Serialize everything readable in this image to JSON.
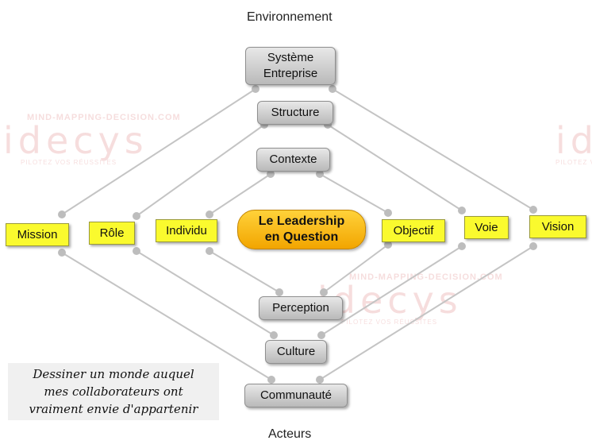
{
  "labels": {
    "top": "Environnement",
    "bottom": "Acteurs"
  },
  "center": {
    "line1": "Le Leadership",
    "line2": "en Question"
  },
  "gray_nodes": {
    "systeme_line1": "Système",
    "systeme_line2": "Entreprise",
    "structure": "Structure",
    "contexte": "Contexte",
    "perception": "Perception",
    "culture": "Culture",
    "communaute": "Communauté"
  },
  "yellow_nodes": {
    "mission": "Mission",
    "role": "Rôle",
    "individu": "Individu",
    "objectif": "Objectif",
    "voie": "Voie",
    "vision": "Vision"
  },
  "note": {
    "line1": "Dessiner un monde auquel",
    "line2": "mes collaborateurs ont",
    "line3": "vraiment envie d'appartenir"
  },
  "watermark": {
    "site": "MIND-MAPPING-DECISION.COM",
    "brand": "idecys",
    "tagline": "PILOTEZ VOS RÉUSSITES"
  },
  "colors": {
    "line": "#c4c4c4",
    "dot": "#bdbdbd",
    "yellow_node": "#fafa2e",
    "center_node": "#f7b614",
    "gray_node": "#c8c8c8"
  }
}
